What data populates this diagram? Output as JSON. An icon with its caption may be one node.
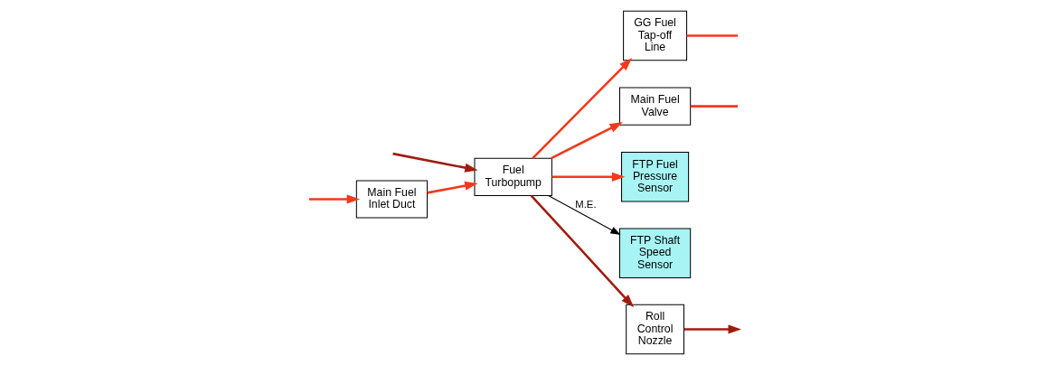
{
  "diagram": {
    "nodes": [
      {
        "text": [
          "Main Fuel Inlet Duct"
        ]
      },
      {
        "text": [
          "Fuel Turbopump"
        ]
      },
      {
        "text": [
          "GG Fuel Tap-off Line"
        ]
      },
      {
        "text": [
          "Main Fuel Valve"
        ]
      },
      {
        "text": [
          "FTP Fuel Pressure Sensor"
        ]
      },
      {
        "text": [
          "FTP Shaft Speed Sensor"
        ]
      },
      {
        "text": [
          "Roll Control Nozzle"
        ]
      }
    ],
    "edges": [
      {
        "from": null,
        "to": 0,
        "arrow": "to"
      },
      {
        "from": 0,
        "to": 1,
        "arrow": "to"
      },
      {
        "from": null,
        "to": 1,
        "arrow": "to",
        "color": "#a01c10"
      },
      {
        "from": 1,
        "to": 2,
        "arrow": "to"
      },
      {
        "from": 2,
        "to": null,
        "arrow": "none"
      },
      {
        "from": 1,
        "to": 3,
        "arrow": "to"
      },
      {
        "from": 1,
        "to": 4,
        "arrow": "to"
      },
      {
        "from": 1,
        "to": 5,
        "arrow": "to",
        "label": "M.E.",
        "color": "#000000"
      },
      {
        "from": 1,
        "to": 6,
        "arrow": "to",
        "color": "#a01c10"
      },
      {
        "from": 3,
        "to": null,
        "arrow": "none"
      },
      {
        "from": 6,
        "to": null,
        "arrow": "to",
        "color": "#a01c10"
      }
    ]
  }
}
